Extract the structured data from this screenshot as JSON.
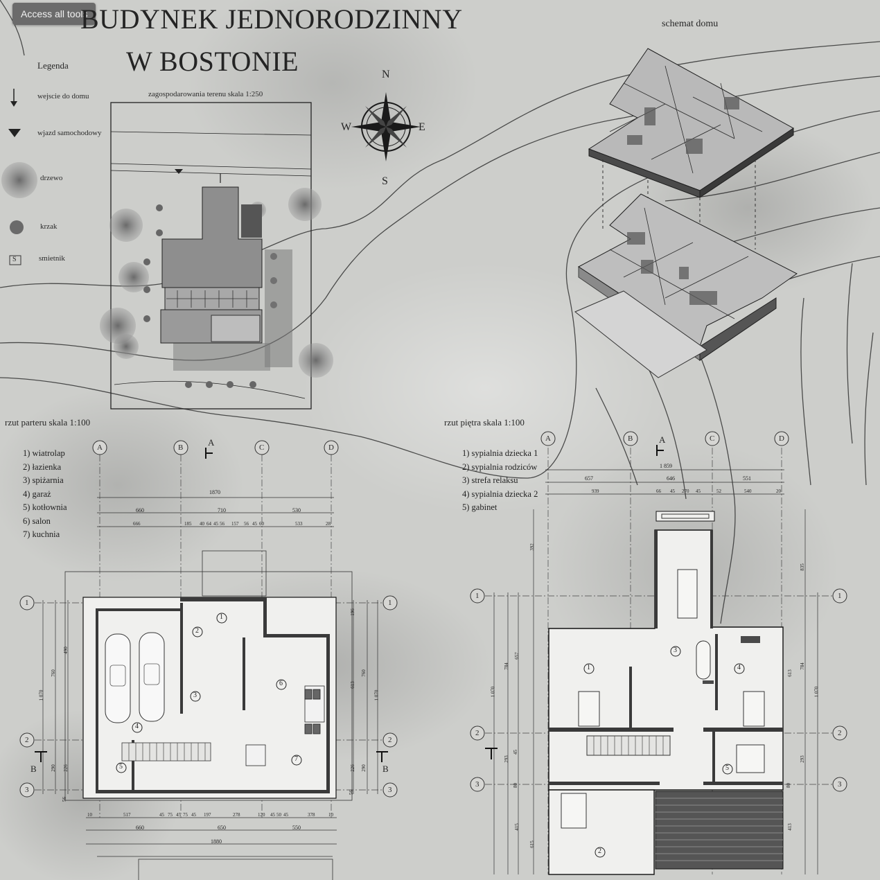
{
  "toolbar": {
    "access_tools_label": "Access all tools"
  },
  "title": {
    "line1": "BUDYNEK JEDNORODZINNY",
    "line2": "W BOSTONIE"
  },
  "legend": {
    "heading": "Legenda",
    "items": [
      {
        "label": "wejscie do domu",
        "icon": "arrow-down-icon"
      },
      {
        "label": "wjazd samochodowy",
        "icon": "triangle-down-icon"
      },
      {
        "label": "drzewo",
        "icon": "tree-icon"
      },
      {
        "label": "krzak",
        "icon": "bush-icon"
      },
      {
        "label": "smietnik",
        "icon": "trash-icon",
        "symbol": "S"
      }
    ]
  },
  "site_plan": {
    "caption": "zagospodarowania terenu skala 1:250"
  },
  "compass": {
    "north": "N",
    "south": "S",
    "east": "E",
    "west": "W"
  },
  "scheme": {
    "caption": "schemat domu"
  },
  "ground_floor": {
    "caption": "rzut parteru skala 1:100",
    "rooms": [
      {
        "num": "1)",
        "name": "wiatrolap"
      },
      {
        "num": "2)",
        "name": "łazienka"
      },
      {
        "num": "3)",
        "name": "spiżarnia"
      },
      {
        "num": "4)",
        "name": "garaż"
      },
      {
        "num": "5)",
        "name": "kotłownia"
      },
      {
        "num": "6)",
        "name": "salon"
      },
      {
        "num": "7)",
        "name": "kuchnia"
      }
    ],
    "axes": [
      "A",
      "B",
      "C",
      "D"
    ],
    "rows": [
      "1",
      "2",
      "3"
    ],
    "section_mark": "A",
    "section_b": "B",
    "dims_top_total": "1870",
    "dims_top_mid": [
      "660",
      "710",
      "530"
    ],
    "dims_top_detail": [
      "666",
      "185",
      "40",
      "64",
      "45",
      "56",
      "157",
      "56",
      "45",
      "60",
      "533",
      "28"
    ],
    "dims_bottom_detail": [
      "10",
      "517",
      "45",
      "75",
      "45",
      "75",
      "45",
      "197",
      "278",
      "120",
      "45",
      "50",
      "45",
      "378",
      "10"
    ],
    "dims_bottom_mid": [
      "660",
      "650",
      "550"
    ],
    "dims_bottom_total": "1880",
    "dims_side": [
      "1 070",
      "760",
      "490",
      "290",
      "226",
      "56",
      "196"
    ],
    "dims_side_right": [
      "1 070",
      "760",
      "613",
      "290",
      "226",
      "56"
    ]
  },
  "first_floor": {
    "caption": "rzut piętra skala 1:100",
    "rooms": [
      {
        "num": "1)",
        "name": "sypialnia dziecka 1"
      },
      {
        "num": "2)",
        "name": "sypialnia rodziców"
      },
      {
        "num": "3)",
        "name": "strefa relaksu"
      },
      {
        "num": "4)",
        "name": "sypialnia dziecka 2"
      },
      {
        "num": "5)",
        "name": "gabinet"
      }
    ],
    "axes": [
      "A",
      "B",
      "C",
      "D"
    ],
    "rows": [
      "1",
      "2",
      "3"
    ],
    "section_mark": "A",
    "dims_top_total": "1 859",
    "dims_top_mid": [
      "657",
      "646",
      "551"
    ],
    "dims_top_detail": [
      "939",
      "66",
      "45",
      "270",
      "45",
      "52",
      "540",
      "20"
    ],
    "dims_side": [
      "1 070",
      "784",
      "657",
      "392",
      "293",
      "45",
      "80",
      "415",
      "615"
    ],
    "dims_side_right": [
      "1 070",
      "784",
      "613",
      "835",
      "293",
      "80",
      "413"
    ]
  }
}
